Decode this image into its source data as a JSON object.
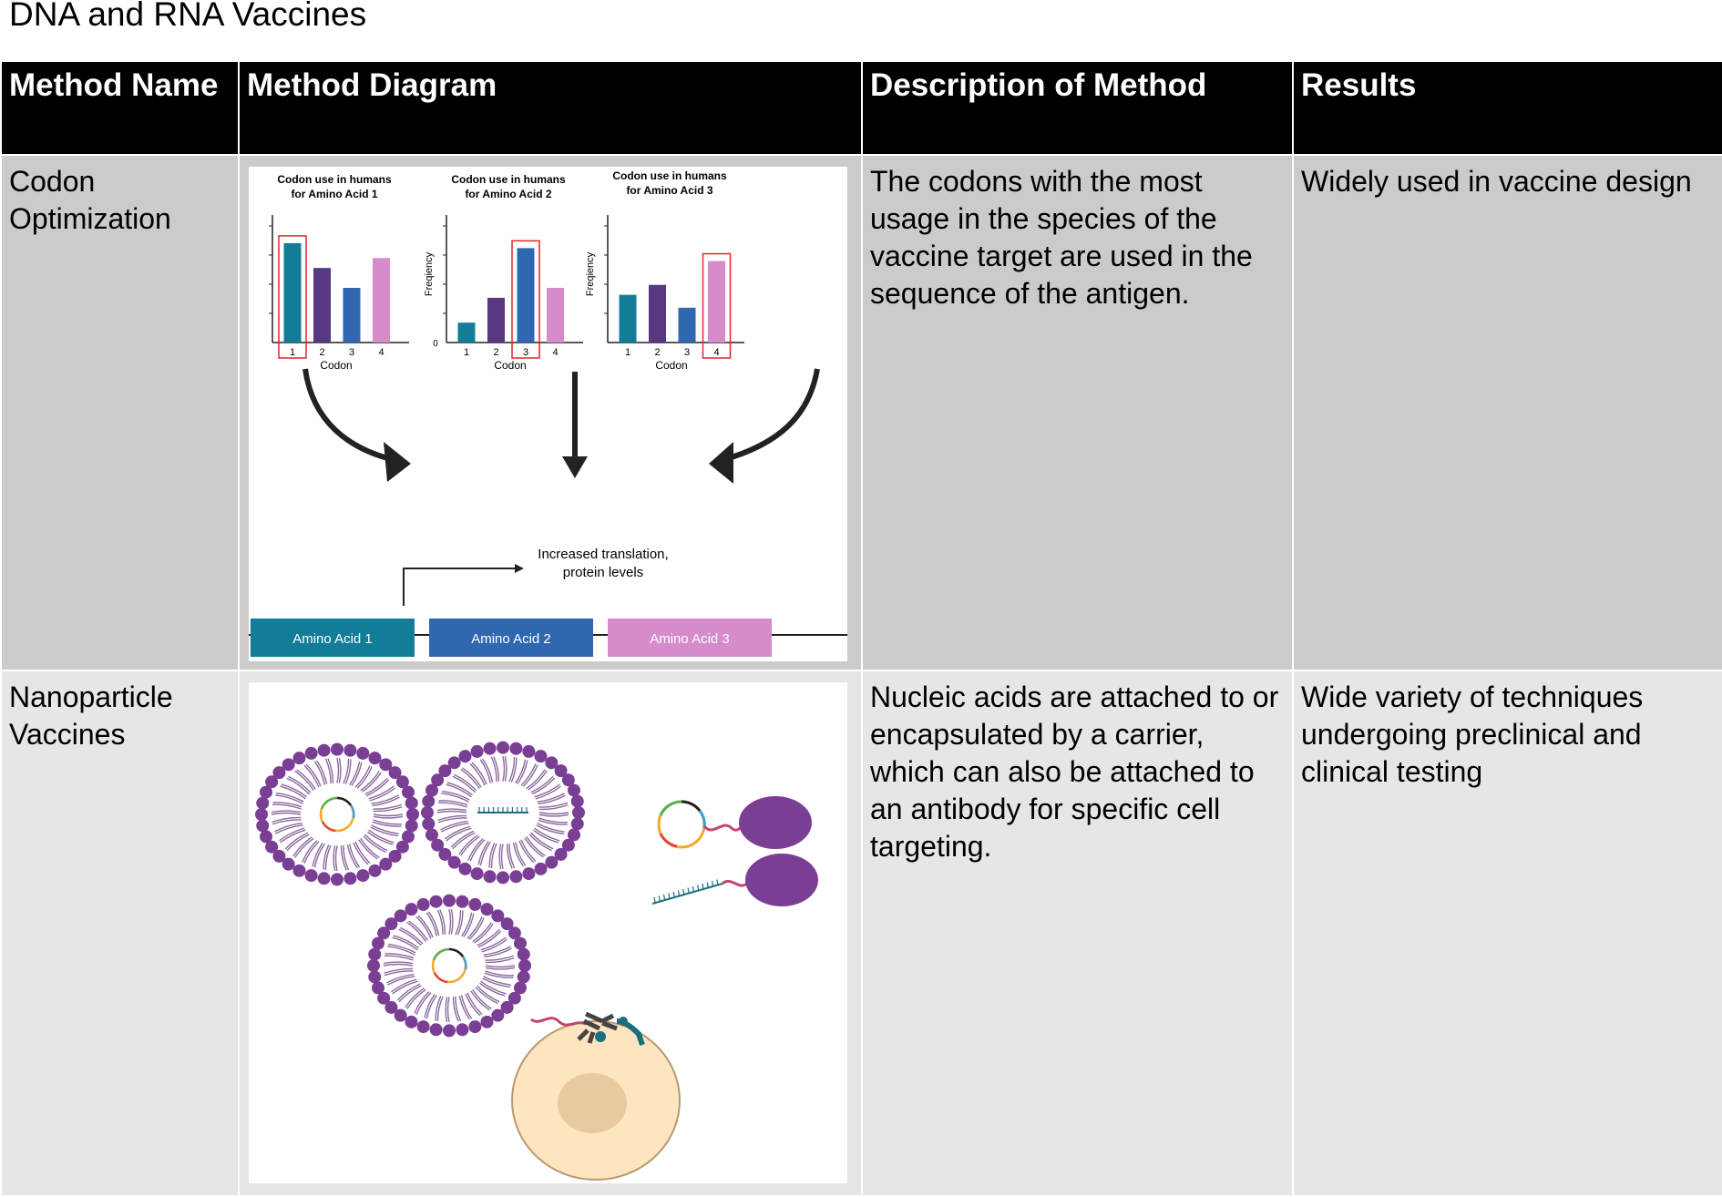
{
  "page": {
    "title": "DNA and RNA Vaccines"
  },
  "table": {
    "headers": [
      "Method Name",
      "Method Diagram",
      "Description of Method",
      "Results"
    ],
    "rows": [
      {
        "name": "Codon Optimization",
        "description": "The codons with the most usage in the species of the vaccine target are used in the sequence of the antigen.",
        "results": "Widely used in vaccine design"
      },
      {
        "name": "Nanoparticle Vaccines",
        "description": "Nucleic acids are attached to or encapsulated by a carrier, which can also be attached to an antibody for specific cell targeting.",
        "results": "Wide variety of techniques undergoing preclinical and clinical testing"
      }
    ]
  },
  "codon_diagram": {
    "charts": [
      {
        "title_line1": "Codon use in humans",
        "title_line2": "for Amino Acid 1",
        "ylabel": "",
        "zero_label": "",
        "highlighted": 1
      },
      {
        "title_line1": "Codon use in humans",
        "title_line2": "for Amino Acid 2",
        "ylabel": "Freqiency",
        "zero_label": "0",
        "highlighted": 3
      },
      {
        "title_line1": "Codon use in humans",
        "title_line2": "for Amino Acid 3",
        "ylabel": "Freqiency",
        "zero_label": "",
        "highlighted": 4
      }
    ],
    "xlabel": "Codon",
    "categories": [
      "1",
      "2",
      "3",
      "4"
    ],
    "bar_colors": [
      "#137c99",
      "#56397f",
      "#2f67b1",
      "#d68bcb"
    ],
    "highlight_color": "#e0262a",
    "translation_label_line1": "Increased translation,",
    "translation_label_line2": "protein levels",
    "amino_boxes": [
      {
        "label": "Amino Acid 1",
        "color": "#137c99"
      },
      {
        "label": "Amino Acid 2",
        "color": "#2f67b1"
      },
      {
        "label": "Amino Acid 3",
        "color": "#d68bcb"
      }
    ]
  },
  "chart_data": [
    {
      "type": "bar",
      "title": "Codon use in humans for Amino Acid 1",
      "xlabel": "Codon",
      "ylabel": "",
      "categories": [
        "1",
        "2",
        "3",
        "4"
      ],
      "values": [
        1.0,
        0.75,
        0.55,
        0.85
      ],
      "ylim": [
        0,
        1.1
      ]
    },
    {
      "type": "bar",
      "title": "Codon use in humans for Amino Acid 2",
      "xlabel": "Codon",
      "ylabel": "Freqiency",
      "categories": [
        "1",
        "2",
        "3",
        "4"
      ],
      "values": [
        0.2,
        0.45,
        0.95,
        0.55
      ],
      "ylim": [
        0,
        1.1
      ]
    },
    {
      "type": "bar",
      "title": "Codon use in humans for Amino Acid 3",
      "xlabel": "Codon",
      "ylabel": "Freqiency",
      "categories": [
        "1",
        "2",
        "3",
        "4"
      ],
      "values": [
        0.48,
        0.58,
        0.35,
        0.82
      ],
      "ylim": [
        0,
        1.1
      ]
    }
  ],
  "colors": {
    "lipid": "#7a3f94",
    "cell_fill": "#fde6bf",
    "nucleus": "#e8c9a0",
    "linker": "#c2446f",
    "antibody": "#3a3a3a",
    "receptor": "#1b6f7d"
  }
}
